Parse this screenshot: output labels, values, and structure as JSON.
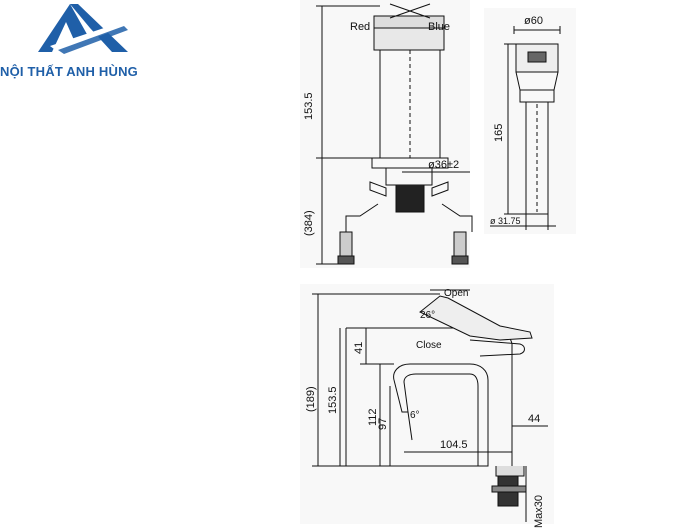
{
  "brand": {
    "name": "NỘI THẤT ANH HÙNG",
    "logo_icon": "brand-triangle-logo-icon",
    "logo_color": "#1f5fa8"
  },
  "top_view": {
    "label_red": "Red",
    "label_blue": "Blue",
    "dim_height": "153.5",
    "dim_hole": "ø36±2",
    "dim_hose": "(384)"
  },
  "drain_view": {
    "dim_top_dia": "ø60",
    "dim_height": "165",
    "dim_bottom_dia": "ø 31.75"
  },
  "side_view": {
    "label_open": "Open",
    "label_close": "Close",
    "dim_angle_open": "26°",
    "dim_angle_small": "6°",
    "dim_total": "(189)",
    "dim_153": "153.5",
    "dim_41": "41",
    "dim_112": "112",
    "dim_97": "97",
    "dim_104": "104.5",
    "dim_44": "44",
    "dim_max30": "Max30"
  },
  "colors": {
    "line": "#111111",
    "panel": "#f6f6f6"
  }
}
